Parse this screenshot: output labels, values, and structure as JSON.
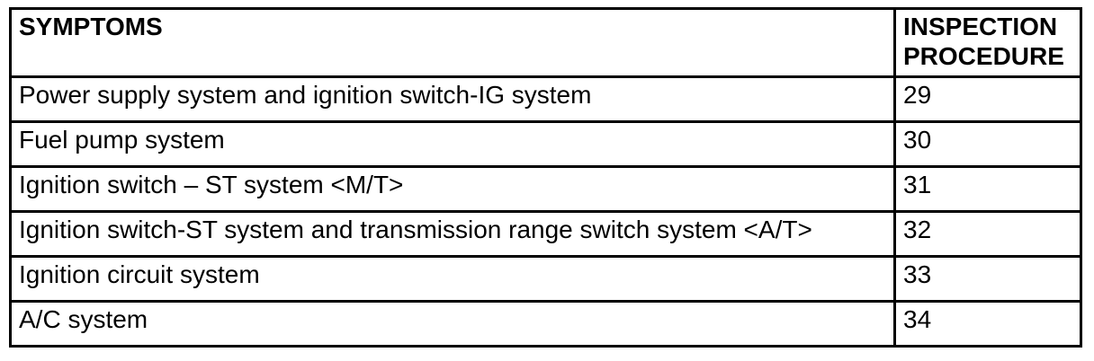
{
  "table": {
    "columns": [
      {
        "label": "SYMPTOMS"
      },
      {
        "label": "INSPECTION PROCEDURE"
      }
    ],
    "rows": [
      {
        "symptom": "Power supply system and ignition switch-IG system",
        "procedure": "29"
      },
      {
        "symptom": "Fuel pump system",
        "procedure": "30"
      },
      {
        "symptom": "Ignition switch – ST system <M/T>",
        "procedure": "31"
      },
      {
        "symptom": "Ignition switch-ST system and transmission range switch system <A/T>",
        "procedure": "32"
      },
      {
        "symptom": "Ignition circuit system",
        "procedure": "33"
      },
      {
        "symptom": "A/C system",
        "procedure": "34"
      }
    ]
  }
}
